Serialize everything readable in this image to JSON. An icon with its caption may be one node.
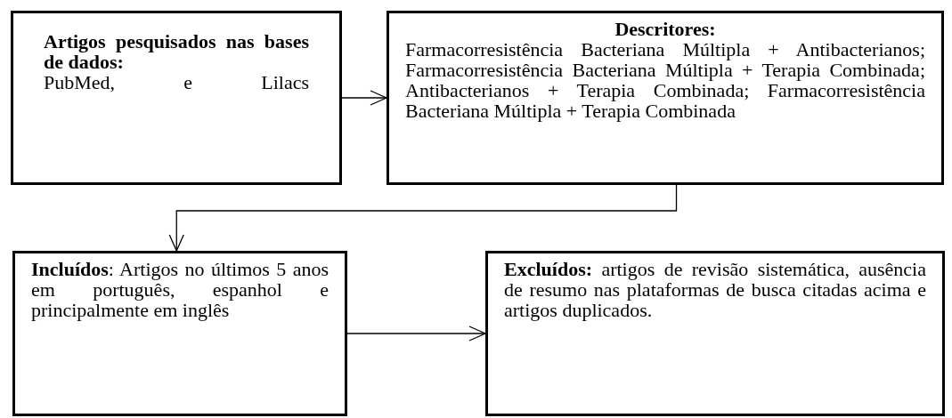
{
  "diagram": {
    "nodes": [
      {
        "text": [
          "Artigos pesquisados nas bases de dados:",
          "PubMed, e Lilacs"
        ]
      },
      {
        "text": [
          "Descritores:",
          "Farmacorresistência Bacteriana Múltipla + Antibacterianos; Farmacorresistência Bacteriana Múltipla + Terapia Combinada; Antibacterianos + Terapia Combinada; Farmacorresistência Bacteriana Múltipla + Terapia Combinada"
        ]
      },
      {
        "text": [
          "**Incluídos**: Artigos no últimos 5 anos em português, espanhol e principalmente em inglês"
        ]
      },
      {
        "text": [
          "**Excluídos:** artigos de revisão sistemática, ausência de resumo nas plataformas de busca citadas acima e artigos duplicados."
        ]
      }
    ],
    "edges": [
      {
        "from": 0,
        "to": 1,
        "arrow": "to"
      },
      {
        "from": 1,
        "to": 2,
        "arrow": "to"
      },
      {
        "from": 2,
        "to": 3,
        "arrow": "to"
      }
    ]
  }
}
